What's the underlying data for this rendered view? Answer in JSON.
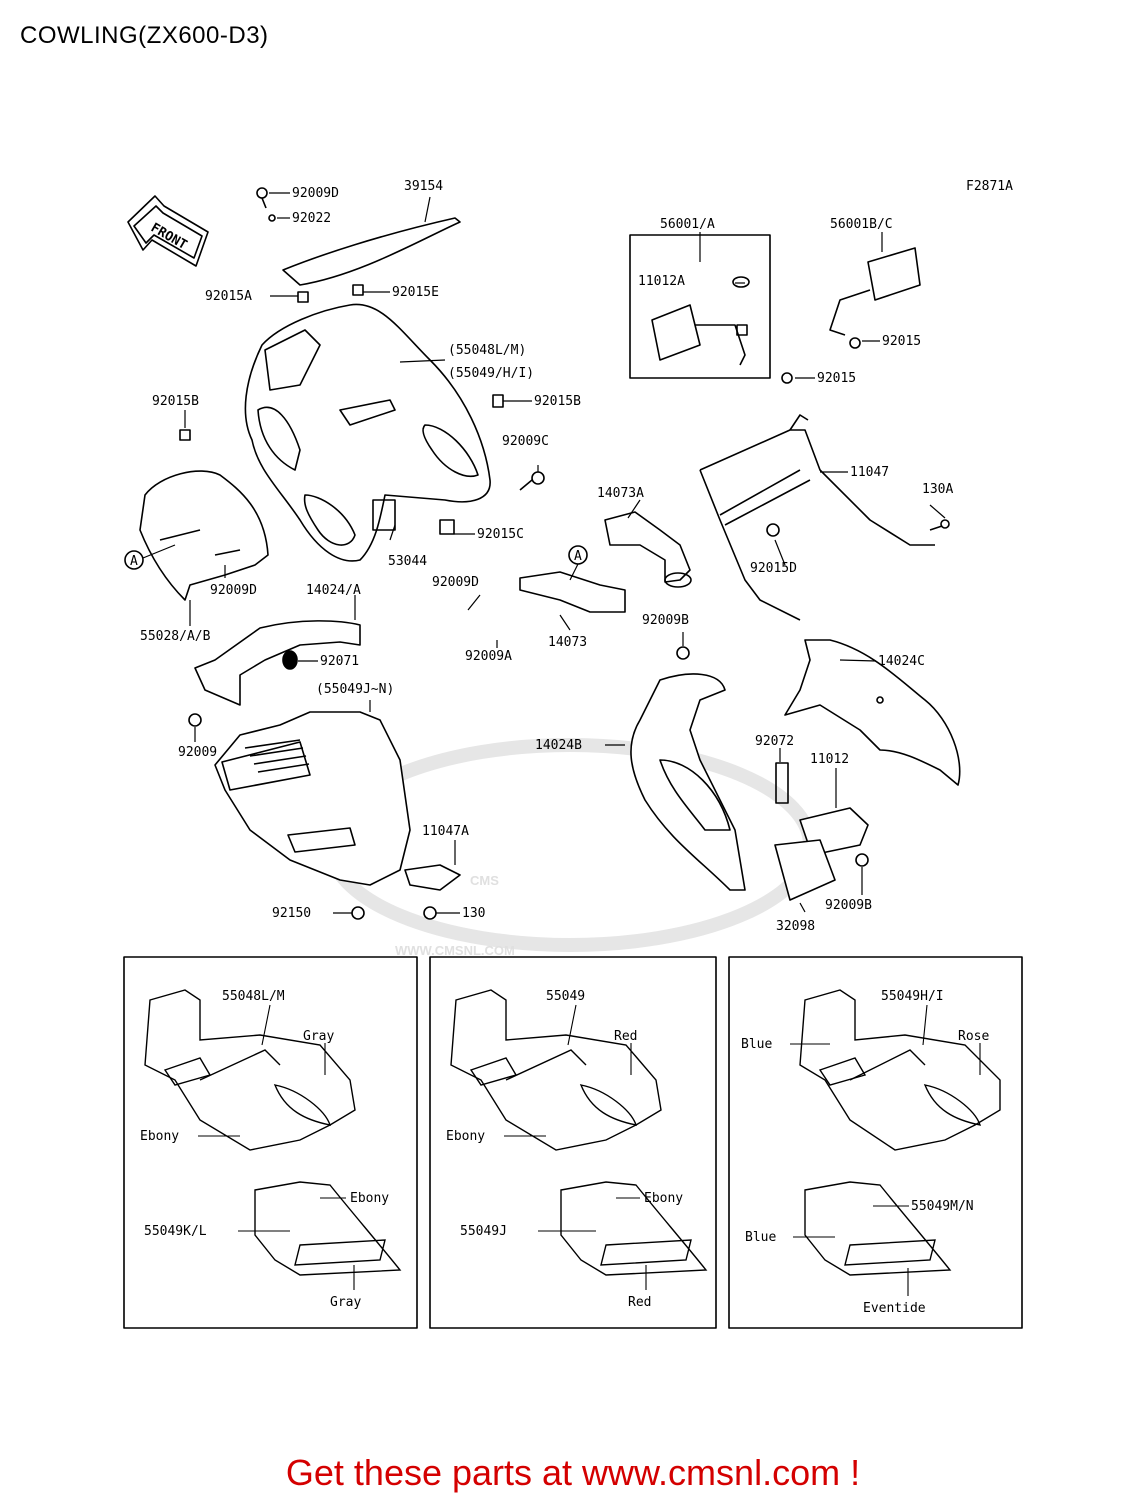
{
  "title": "COWLING(ZX600-D3)",
  "figure_code": "F2871A",
  "front_label": "FRONT",
  "callouts": {
    "c92009d_top": "92009D",
    "c39154": "39154",
    "c92022": "92022",
    "c92015a": "92015A",
    "c92015e": "92015E",
    "c56001a": "56001/A",
    "c56001bc": "56001B/C",
    "c11012a": "11012A",
    "c92015_m1": "92015",
    "c92015_m2": "92015",
    "c55048lm": "(55048L/M)",
    "c55049hi": "(55049/H/I)",
    "c92015b_l": "92015B",
    "c92015b_r": "92015B",
    "c92009c": "92009C",
    "c11047": "11047",
    "c14073a": "14073A",
    "c130a": "130A",
    "c92015c": "92015C",
    "c53044": "53044",
    "c92009d_l": "92009D",
    "c92009d_m": "92009D",
    "c14024a": "14024/A",
    "c55028": "55028/A/B",
    "c92009a": "92009A",
    "c14073": "14073",
    "c92015d": "92015D",
    "c92009b_t": "92009B",
    "c92071": "92071",
    "c55049jn": "(55049J~N)",
    "c14024c": "14024C",
    "c92009": "92009",
    "c14024b": "14024B",
    "c92072": "92072",
    "c11012": "11012",
    "c11047a": "11047A",
    "c92150": "92150",
    "c130": "130",
    "c92009b_b": "92009B",
    "c32098": "32098"
  },
  "ref_markers": [
    "A",
    "A"
  ],
  "color_panels": [
    {
      "upper_part": "55048L/M",
      "upper_color": "Gray",
      "upper_base": "Ebony",
      "lower_part": "55049K/L",
      "lower_accent": "Ebony",
      "lower_color": "Gray"
    },
    {
      "upper_part": "55049",
      "upper_color": "Red",
      "upper_base": "Ebony",
      "lower_part": "55049J",
      "lower_accent": "Ebony",
      "lower_color": "Red"
    },
    {
      "upper_part": "55049H/I",
      "upper_color": "Rose",
      "upper_base": "Blue",
      "lower_part": "55049M/N",
      "lower_accent": "Blue",
      "lower_color": "Eventide"
    }
  ],
  "watermark": "WWW.CMSNL.COM",
  "watermark_logo": "CMS",
  "footer": "Get these parts at www.cmsnl.com !"
}
